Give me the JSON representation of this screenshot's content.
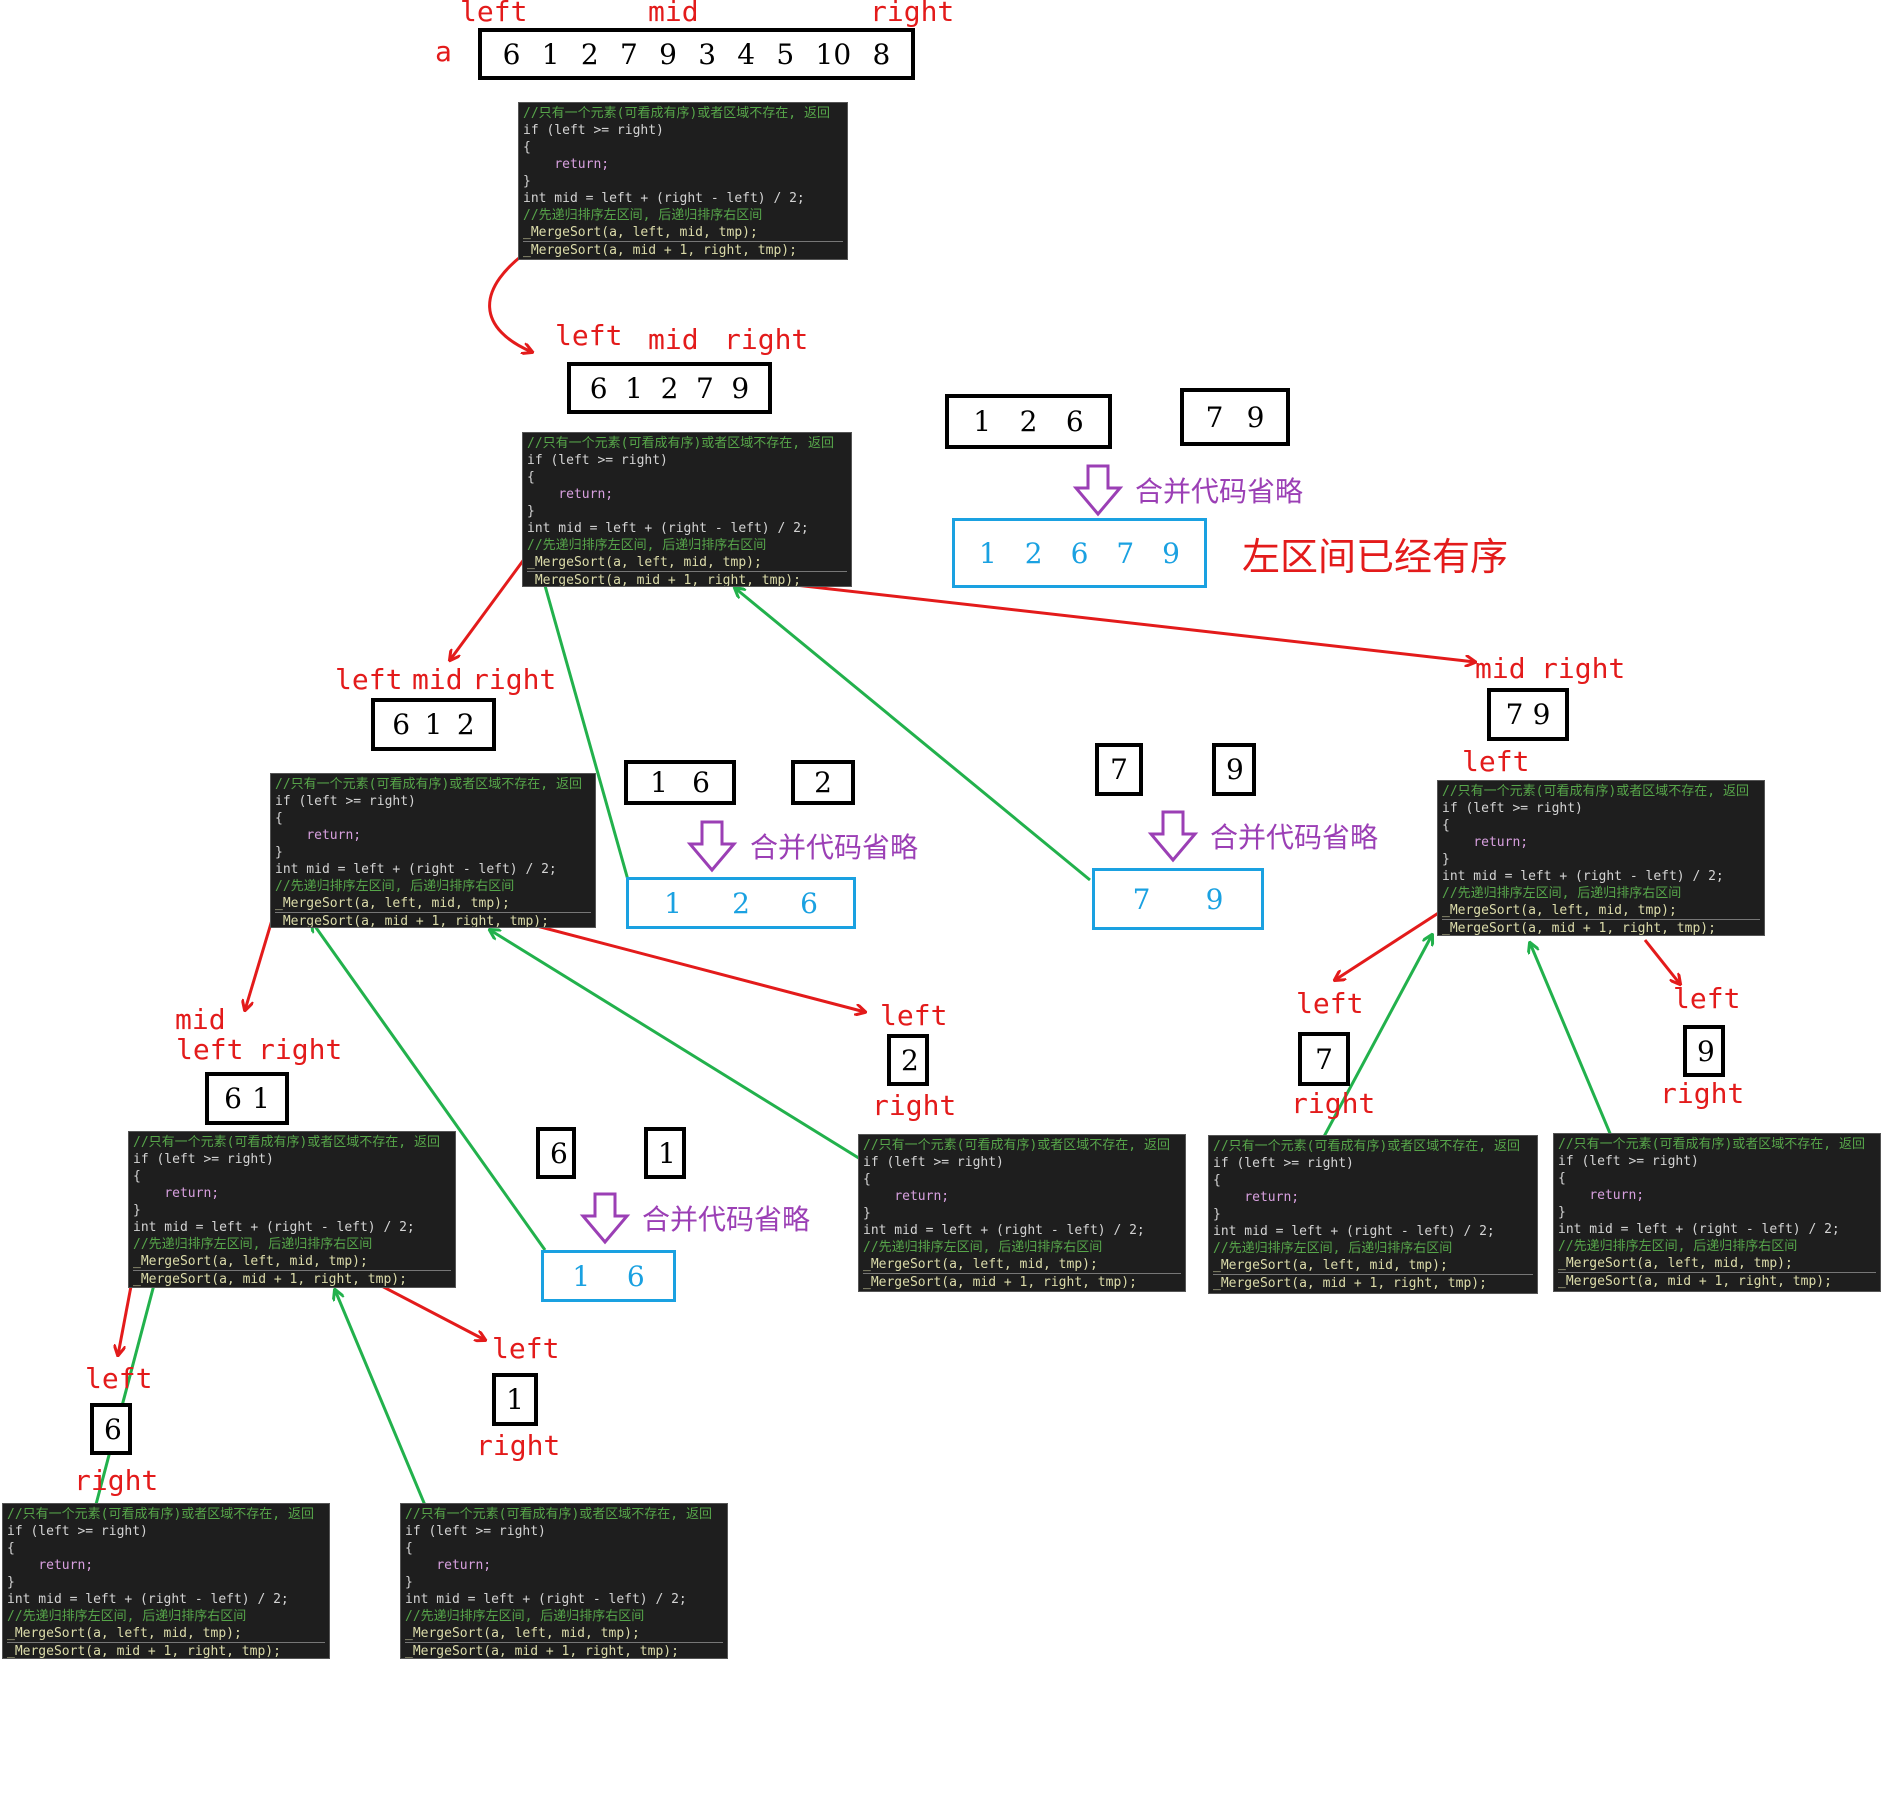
{
  "top": {
    "var_label": "a",
    "left": "left",
    "mid": "mid",
    "right": "right",
    "values": [
      "6",
      "1",
      "2",
      "7",
      "9",
      "3",
      "4",
      "5",
      "10",
      "8"
    ]
  },
  "code": {
    "comment": "//只有一个元素(可看成有序)或者区域不存在, 返回",
    "if_line": "if (left >= right)",
    "brace_open": "{",
    "return_line": "return;",
    "brace_close": "}",
    "mid_line": "int mid = left + (right - left) / 2;",
    "comment2": "//先递归排序左区间, 后递归排序右区间",
    "call1": "_MergeSort(a, left, mid, tmp);",
    "call2": "_MergeSort(a, mid + 1, right, tmp);"
  },
  "level1": {
    "left": "left",
    "mid": "mid",
    "right": "right",
    "values": [
      "6",
      "1",
      "2",
      "7",
      "9"
    ]
  },
  "level2_left": {
    "left": "left",
    "mid": "mid",
    "right": "right",
    "values": [
      "6",
      "1",
      "2"
    ]
  },
  "level2_right": {
    "mid": "mid",
    "right": "right",
    "left": "left",
    "values": [
      "7",
      "9"
    ]
  },
  "level3_a": {
    "mid": "mid",
    "left": "left",
    "right": "right",
    "values": [
      "6",
      "1"
    ]
  },
  "level3_b": {
    "left": "left",
    "right": "right",
    "values": [
      "2"
    ]
  },
  "level3_c": {
    "left": "left",
    "right": "right",
    "values": [
      "7"
    ]
  },
  "level3_d": {
    "left": "left",
    "right": "right",
    "values": [
      "9"
    ]
  },
  "level4_a": {
    "left": "left",
    "right": "right",
    "values": [
      "6"
    ]
  },
  "level4_b": {
    "left": "left",
    "right": "right",
    "values": [
      "1"
    ]
  },
  "merges": {
    "label": "合并代码省略",
    "m1": {
      "in_a": [
        "1",
        "2",
        "6"
      ],
      "in_b": [
        "7",
        "9"
      ],
      "out": [
        "1",
        "2",
        "6",
        "7",
        "9"
      ]
    },
    "m2": {
      "in_a": [
        "1",
        "6"
      ],
      "in_b": [
        "2"
      ],
      "out": [
        "1",
        "2",
        "6"
      ]
    },
    "m3": {
      "in_a": [
        "7"
      ],
      "in_b": [
        "9"
      ],
      "out": [
        "7",
        "9"
      ]
    },
    "m4": {
      "in_a": [
        "6"
      ],
      "in_b": [
        "1"
      ],
      "out": [
        "1",
        "6"
      ]
    }
  },
  "note": "左区间已经有序",
  "colors": {
    "call_arrow": "#e31b1b",
    "return_arrow": "#22b14c",
    "merge_arrow": "#9b3fb5",
    "sorted_box": "#1aa1e1"
  }
}
